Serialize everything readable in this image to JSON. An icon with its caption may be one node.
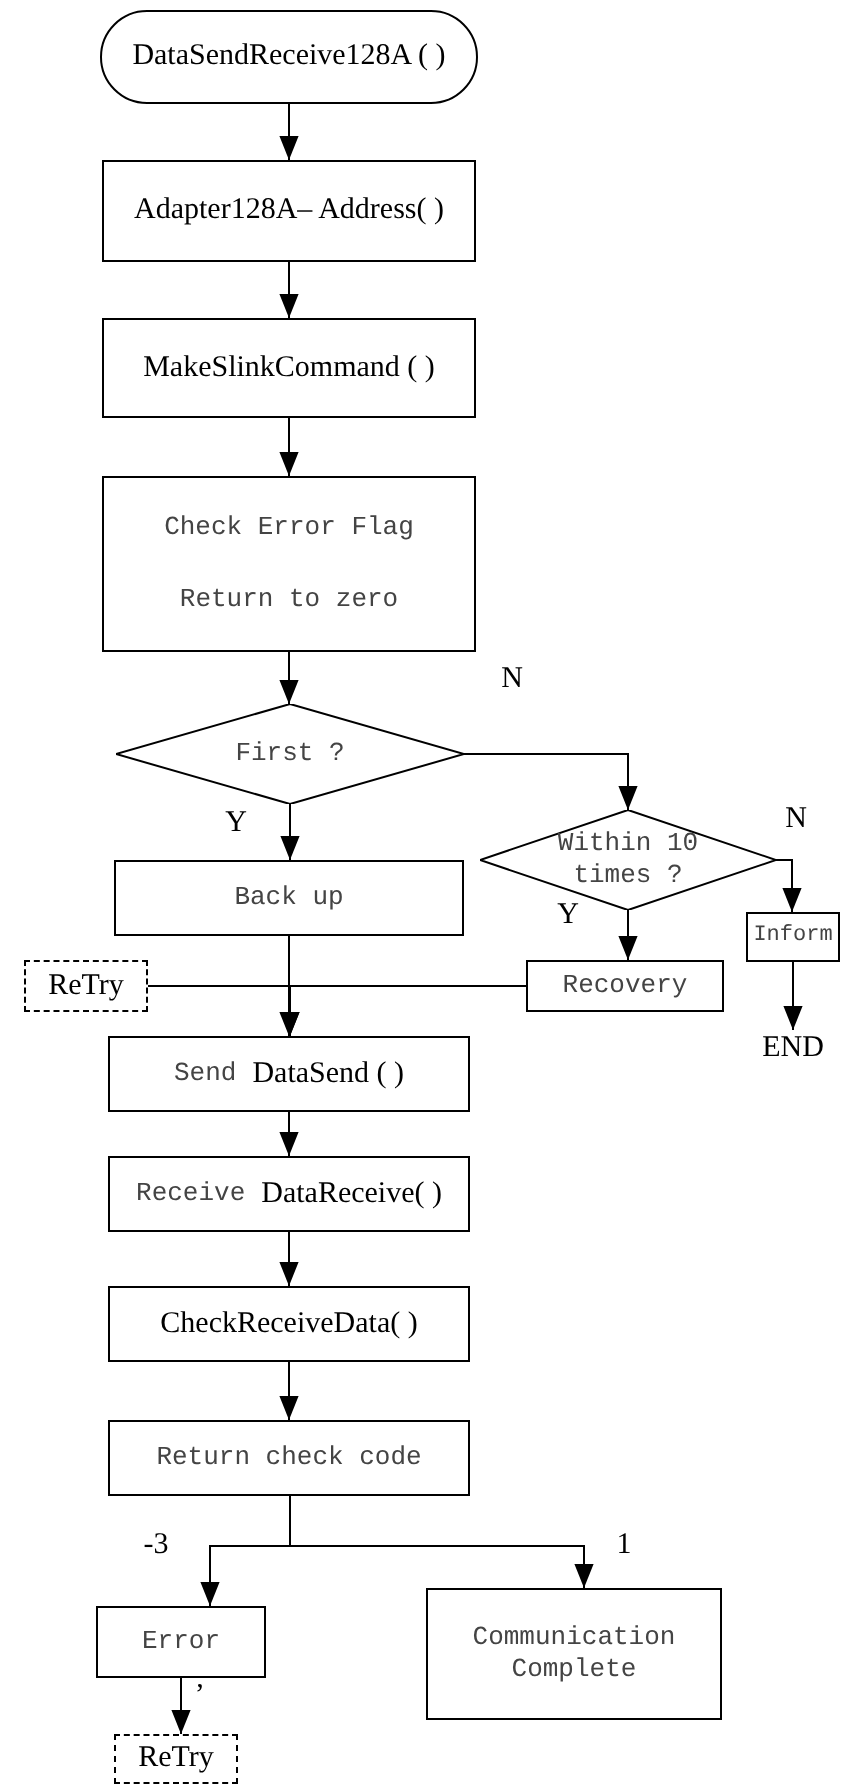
{
  "diagram": {
    "nodes": [
      {
        "text": [
          "DataSendReceive128A ( )"
        ]
      },
      {
        "text": [
          "Adapter128A– Address( )"
        ]
      },
      {
        "text": [
          "MakeSlinkCommand ( )"
        ]
      },
      {
        "text": [
          "Check Error Flag",
          "Return to zero"
        ]
      },
      {
        "text": [
          "First ?"
        ]
      },
      {
        "text": [
          "Back up"
        ]
      },
      {
        "text": [
          "Within 10 times ?"
        ]
      },
      {
        "text": [
          "Inform"
        ]
      },
      {
        "text": [
          "END"
        ]
      },
      {
        "text": [
          "ReTry"
        ]
      },
      {
        "text": [
          "Recovery"
        ]
      },
      {
        "text": [
          "Send",
          "DataSend ( )"
        ]
      },
      {
        "text": [
          "Receive",
          "DataReceive( )"
        ]
      },
      {
        "text": [
          "CheckReceiveData( )"
        ]
      },
      {
        "text": [
          "Return check code"
        ]
      },
      {
        "text": [
          "Error"
        ]
      },
      {
        "text": [
          "Communication Complete"
        ]
      },
      {
        "text": [
          "ReTry"
        ]
      }
    ],
    "edges": [
      {
        "from": 0,
        "to": 1,
        "arrow": "to"
      },
      {
        "from": 1,
        "to": 2,
        "arrow": "to"
      },
      {
        "from": 2,
        "to": 3,
        "arrow": "to"
      },
      {
        "from": 3,
        "to": 4,
        "arrow": "to"
      },
      {
        "from": 4,
        "to": 5,
        "arrow": "to",
        "label": "Y"
      },
      {
        "from": 4,
        "to": 6,
        "arrow": "to",
        "label": "N"
      },
      {
        "from": 6,
        "to": 7,
        "arrow": "to",
        "label": "N"
      },
      {
        "from": 7,
        "to": 8,
        "arrow": "to"
      },
      {
        "from": 6,
        "to": 10,
        "arrow": "to",
        "label": "Y"
      },
      {
        "from": 5,
        "to": 11,
        "arrow": "to"
      },
      {
        "from": 9,
        "to": 11,
        "arrow": "to"
      },
      {
        "from": 10,
        "to": 11,
        "arrow": "to"
      },
      {
        "from": 11,
        "to": 12,
        "arrow": "to"
      },
      {
        "from": 12,
        "to": 13,
        "arrow": "to"
      },
      {
        "from": 13,
        "to": 14,
        "arrow": "to"
      },
      {
        "from": 14,
        "to": 15,
        "arrow": "to",
        "label": "-3"
      },
      {
        "from": 14,
        "to": 16,
        "arrow": "to",
        "label": "1"
      },
      {
        "from": 15,
        "to": 17,
        "arrow": "to",
        "label": ","
      }
    ]
  }
}
